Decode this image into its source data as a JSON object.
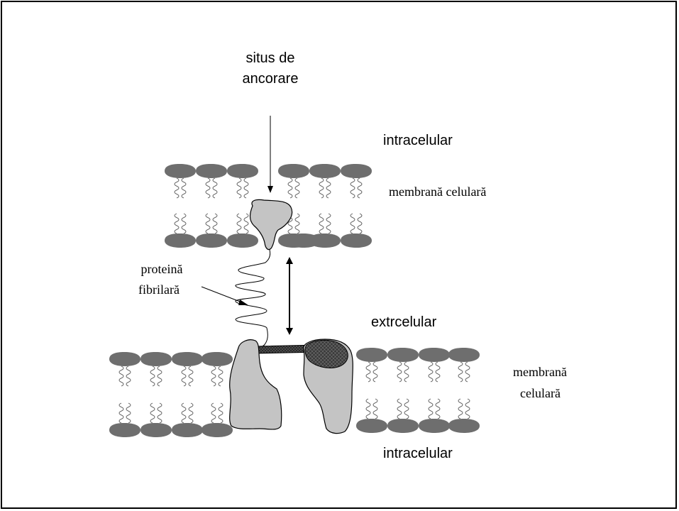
{
  "labels": {
    "anchor_site_line1": "situs de",
    "anchor_site_line2": "ancorare",
    "intracellular_top": "intracelular",
    "membrane_top": "membrană celulară",
    "fibrillar_protein_line1": "proteină",
    "fibrillar_protein_line2": "fibrilară",
    "extracellular": "extrcelular",
    "membrane_bottom_line1": "membrană",
    "membrane_bottom_line2": "celulară",
    "intracellular_bottom": "intracelular"
  },
  "colors": {
    "lipid_head": "#6e6e6e",
    "protein_fill": "#c4c4c4",
    "dark_protein": "#404040",
    "stroke": "#000000"
  }
}
